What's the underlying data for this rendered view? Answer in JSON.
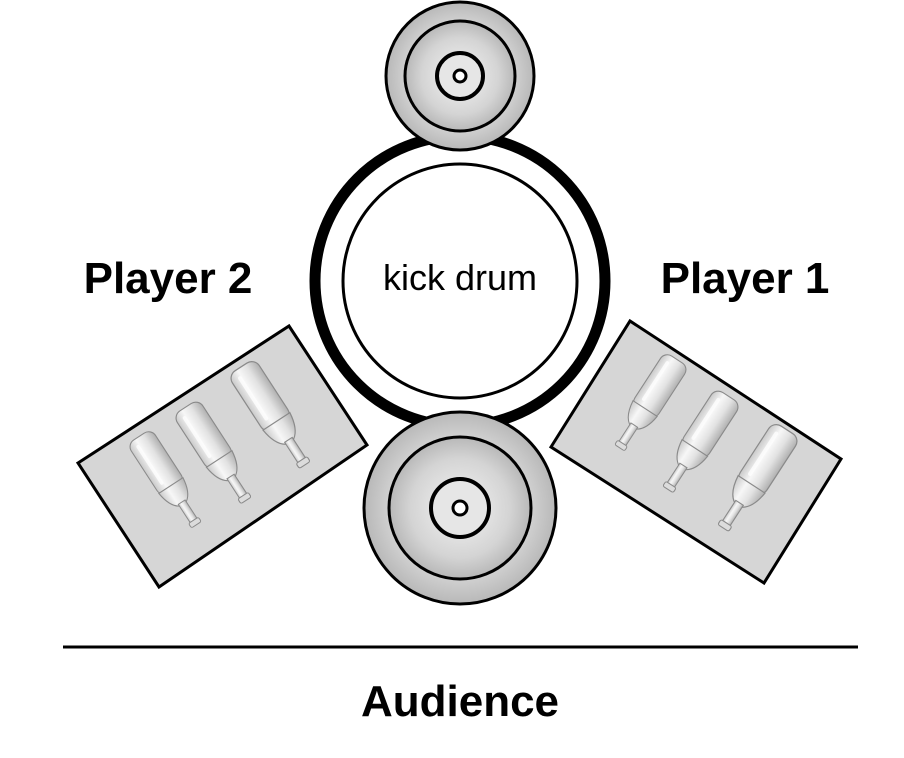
{
  "labels": {
    "player_left": "Player 2",
    "player_right": "Player 1",
    "kick_drum": "kick drum",
    "audience": "Audience"
  },
  "colors": {
    "ink": "#000000",
    "tray": "#d6d6d6",
    "drum_inner": "#ffffff",
    "speaker_light": "#f2f2f2",
    "speaker_dark": "#bdbdbd",
    "bottle": "#e9e9e9"
  },
  "icons": {
    "speaker": "speaker-cone-icon",
    "bottle": "glass-bottle-icon"
  }
}
